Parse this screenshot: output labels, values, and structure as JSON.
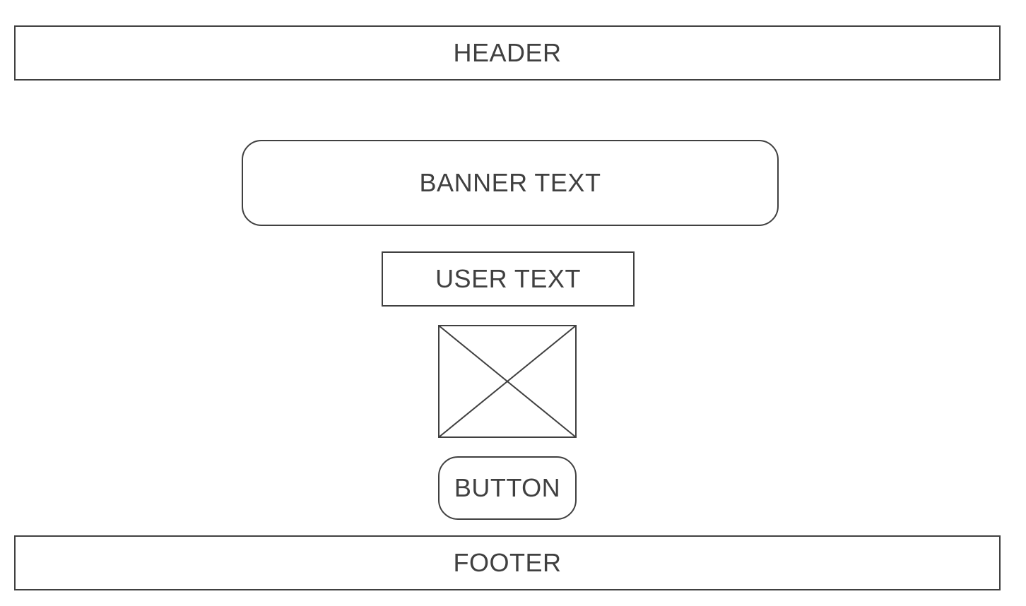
{
  "header": {
    "label": "HEADER"
  },
  "banner": {
    "label": "BANNER TEXT"
  },
  "user_text": {
    "label": "USER TEXT"
  },
  "image": {
    "icon": "image-placeholder-icon"
  },
  "button": {
    "label": "BUTTON"
  },
  "footer": {
    "label": "FOOTER"
  },
  "colors": {
    "stroke": "#404040",
    "text": "#404040",
    "background": "#ffffff"
  }
}
